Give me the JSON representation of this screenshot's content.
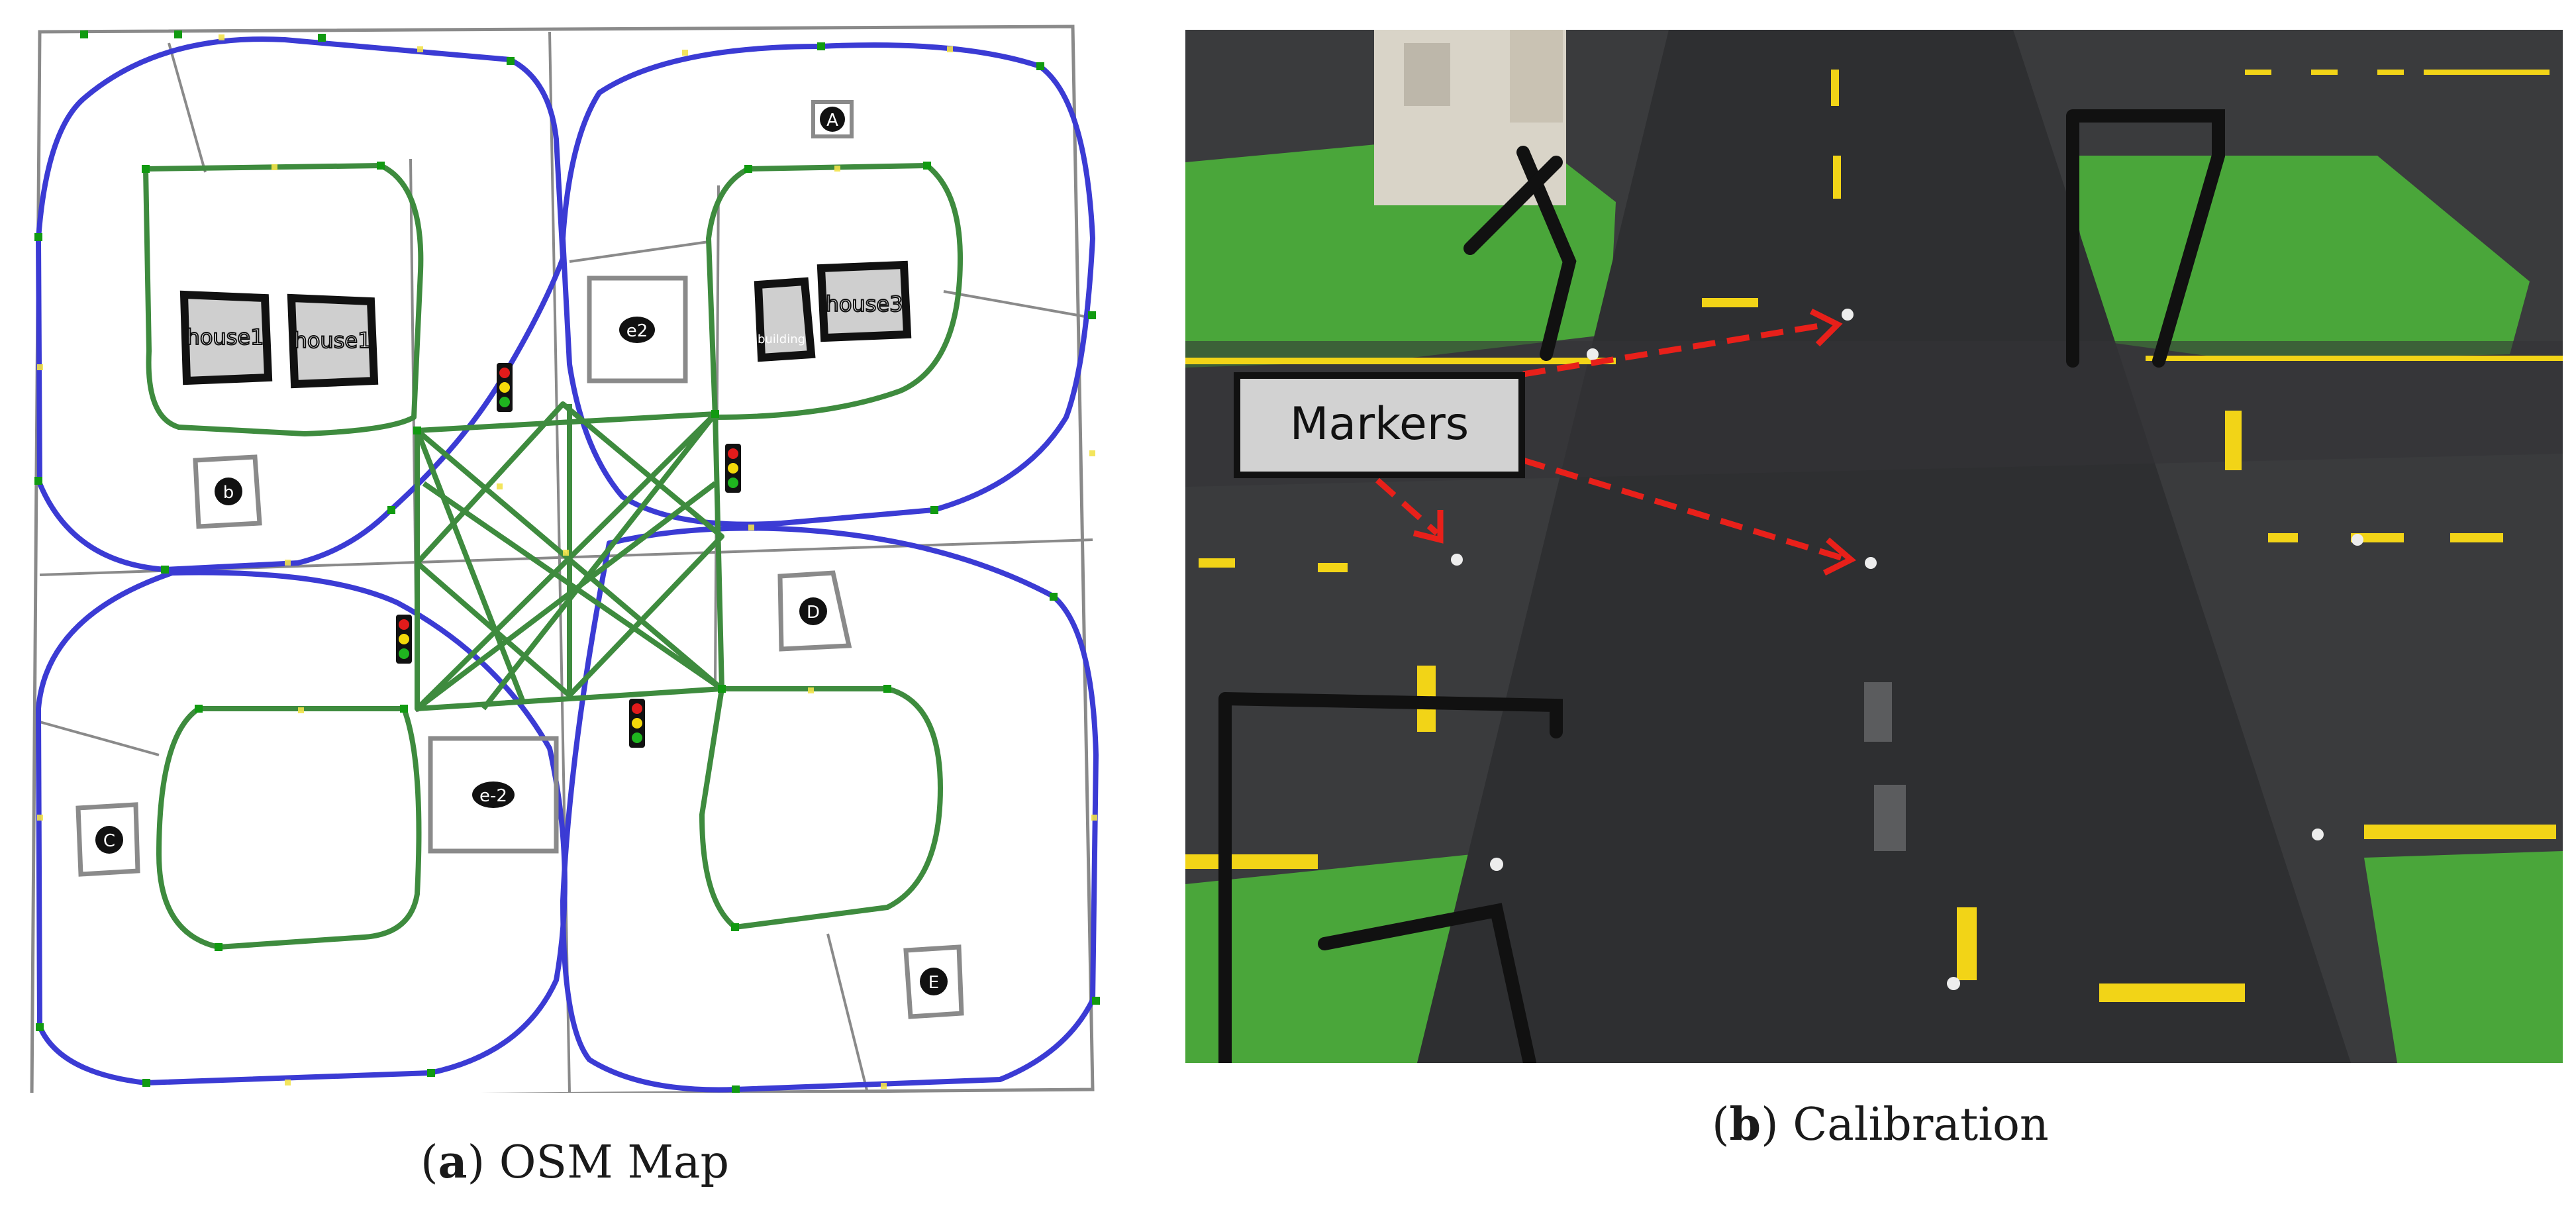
{
  "panel_a": {
    "caption_letter": "a",
    "caption_text": "OSM Map",
    "markers": [
      "A",
      "b",
      "C",
      "D",
      "E"
    ],
    "rooms": [
      "e2",
      "e-2"
    ],
    "buildings": [
      "house1",
      "house1",
      "house3"
    ],
    "building_small_label": "building",
    "colors": {
      "outer_road": "#3b3bd4",
      "inner_road": "#3e8b3e",
      "grid": "#8a8a8a",
      "node_green": "#119a11",
      "node_yellow": "#f2e24a"
    }
  },
  "panel_b": {
    "caption_letter": "b",
    "caption_text": "Calibration",
    "annotation_label": "Markers",
    "colors": {
      "arrow": "#e8201a",
      "asphalt": "#2e2f31",
      "grass": "#4aa63a",
      "lane_yellow": "#f2d417"
    }
  }
}
